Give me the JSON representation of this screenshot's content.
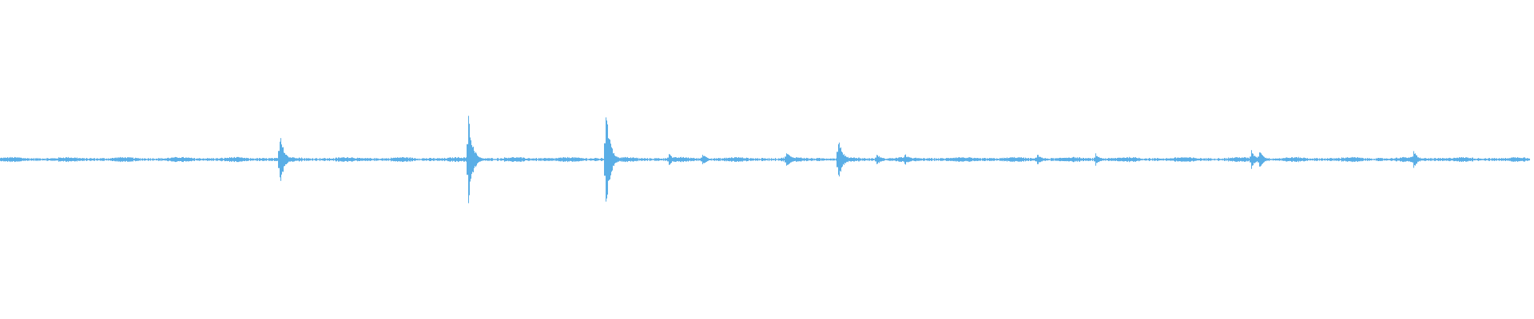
{
  "waveform": {
    "color": "#5aaee6",
    "background": "#ffffff",
    "duration_fraction_spikes": [
      {
        "t": 0.183,
        "amp": 0.09
      },
      {
        "t": 0.306,
        "amp": 0.16
      },
      {
        "t": 0.396,
        "amp": 0.17
      },
      {
        "t": 0.437,
        "amp": 0.02
      },
      {
        "t": 0.459,
        "amp": 0.02
      },
      {
        "t": 0.514,
        "amp": 0.03
      },
      {
        "t": 0.548,
        "amp": 0.08
      },
      {
        "t": 0.573,
        "amp": 0.02
      },
      {
        "t": 0.591,
        "amp": 0.02
      },
      {
        "t": 0.678,
        "amp": 0.02
      },
      {
        "t": 0.716,
        "amp": 0.02
      },
      {
        "t": 0.818,
        "amp": 0.03
      },
      {
        "t": 0.823,
        "amp": 0.03
      },
      {
        "t": 0.924,
        "amp": 0.03
      }
    ],
    "baseline_amplitude": 0.005
  }
}
